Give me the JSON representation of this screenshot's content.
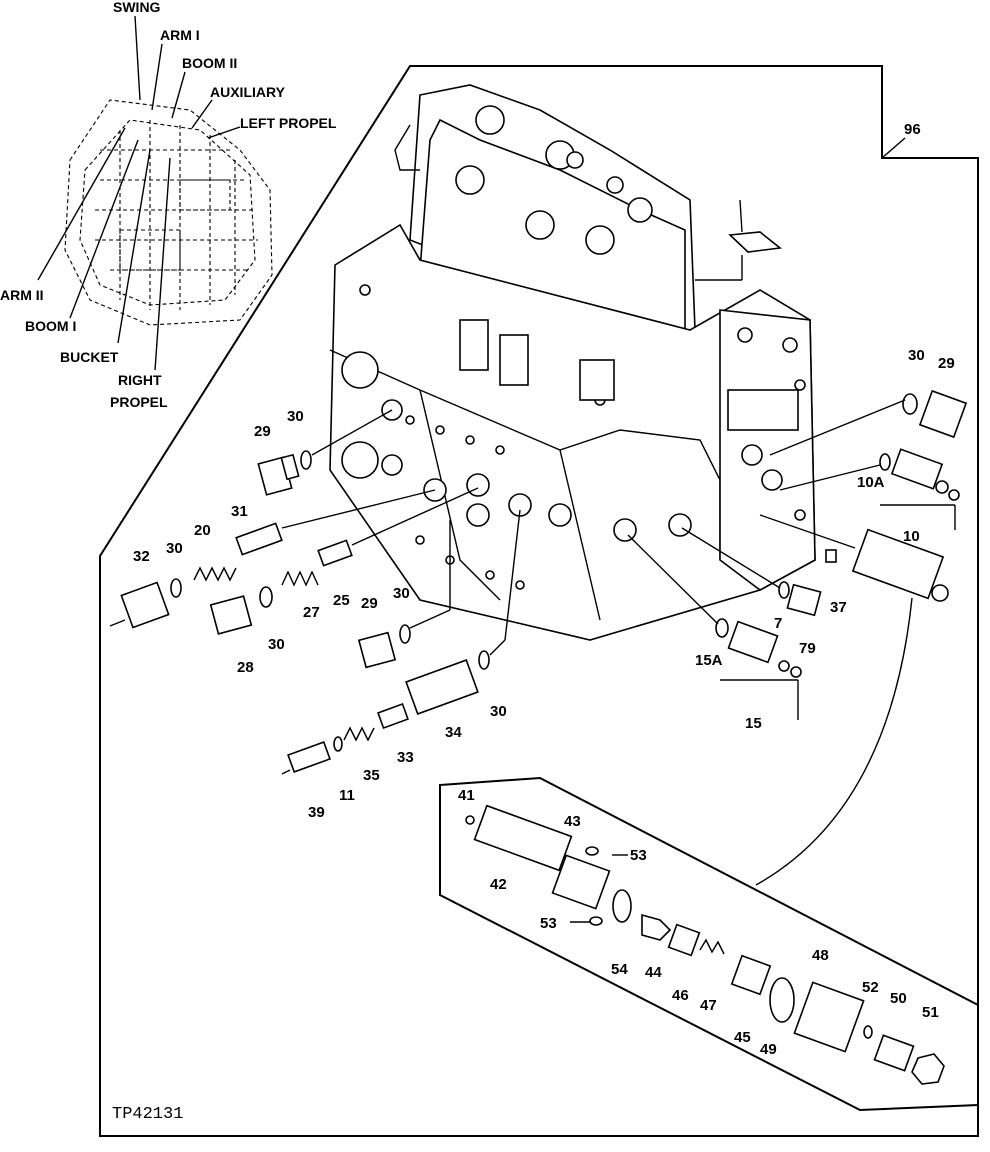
{
  "figure_id": "TP42131",
  "assembly_number": "96",
  "section_labels": [
    "SWING",
    "ARM I",
    "BOOM II",
    "AUXILIARY",
    "LEFT PROPEL",
    "ARM II",
    "BOOM I",
    "BUCKET",
    "RIGHT",
    "PROPEL"
  ],
  "part_callouts": [
    "29",
    "30",
    "30",
    "29",
    "10A",
    "10",
    "31",
    "20",
    "32",
    "30",
    "27",
    "25",
    "28",
    "30",
    "29",
    "30",
    "37",
    "7",
    "79",
    "15A",
    "15",
    "34",
    "30",
    "33",
    "35",
    "11",
    "39",
    "41",
    "43",
    "53",
    "42",
    "53",
    "54",
    "44",
    "46",
    "47",
    "45",
    "49",
    "48",
    "52",
    "50",
    "51"
  ]
}
